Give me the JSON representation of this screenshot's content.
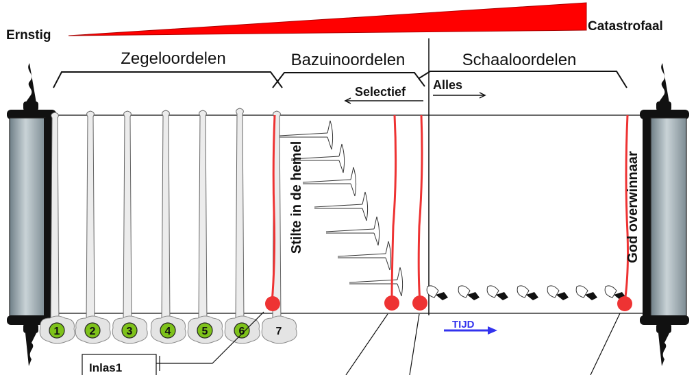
{
  "severity": {
    "start_label": "Ernstig",
    "end_label": "Catastrofaal",
    "color": "#ff0000"
  },
  "groups": {
    "seals": "Zegeloordelen",
    "trumpets": "Bazuinoordelen",
    "bowls": "Schaaloordelen"
  },
  "scope": {
    "selective": "Selectief",
    "all": "Alles"
  },
  "seal_numbers": [
    "1",
    "2",
    "3",
    "4",
    "5",
    "6",
    "7"
  ],
  "silence_label": "Stilte in de hemel",
  "god_label": "God overwinnaar",
  "time_label": "TIJD",
  "inset_label": "Inlas1",
  "colors": {
    "red": "#ee3333",
    "green": "#7ec21a",
    "time": "#3333ee",
    "roller": "#9aaab2"
  }
}
